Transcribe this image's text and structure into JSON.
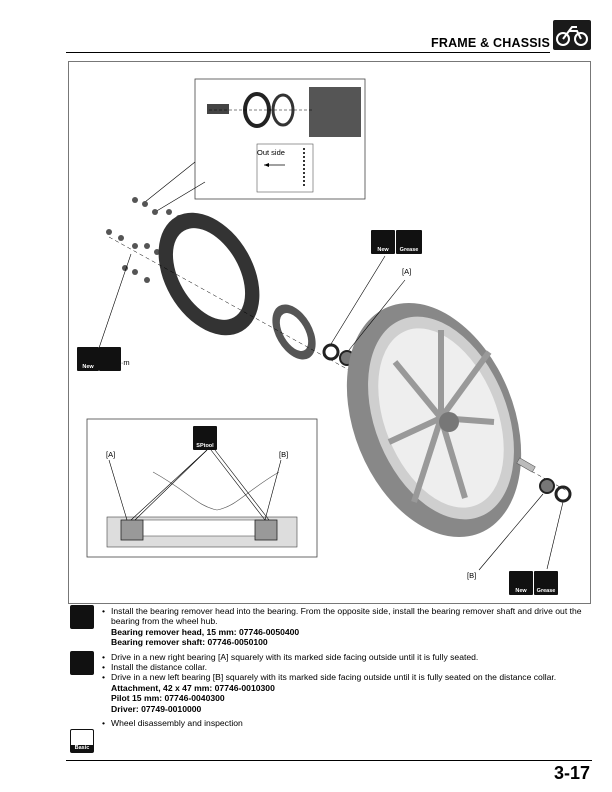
{
  "header": {
    "section_title": "FRAME & CHASSIS",
    "icon": "motorcycle-icon"
  },
  "figure": {
    "inset_label": "Out side",
    "callout_a_main": "[A]",
    "callout_b_main": "[B]",
    "torque": "35 N·m",
    "detail_callout_a": "[A]",
    "detail_callout_b": "[B]",
    "icons": {
      "new": "New",
      "grease": "Grease",
      "special_tool": "SPtool"
    }
  },
  "steps": [
    {
      "text": "Install the bearing remover head into the bearing. From the opposite side, install the bearing remover shaft and drive out the bearing from the wheel hub.",
      "specs": [
        "Bearing remover head, 15 mm: 07746-0050400",
        "Bearing remover shaft: 07746-0050100"
      ]
    },
    {
      "text": "Drive in a new right bearing [A] squarely with its marked side facing outside until it is fully seated.",
      "specs": []
    },
    {
      "text": "Install the distance collar.",
      "specs": []
    },
    {
      "text": "Drive in a new left bearing [B] squarely with its marked side facing outside until it is fully seated on the distance collar.",
      "specs": [
        "Attachment, 42 x 47 mm: 07746-0010300",
        "Pilot 15 mm: 07746-0040300",
        "Driver: 07749-0010000"
      ]
    },
    {
      "text": "Wheel disassembly and inspection",
      "specs": []
    }
  ],
  "side_icons": {
    "basic_label": "Basic"
  },
  "page_number": "3-17"
}
